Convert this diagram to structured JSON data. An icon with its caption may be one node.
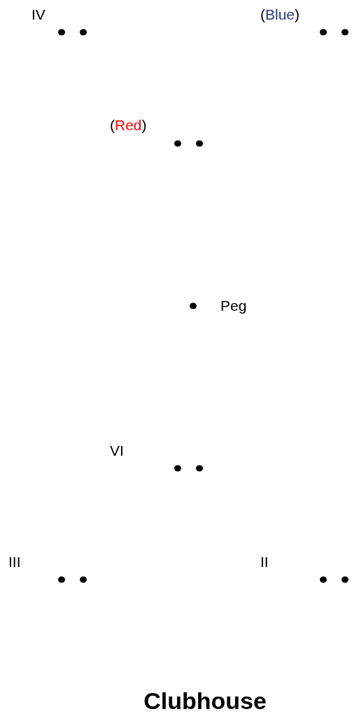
{
  "diagram": {
    "labels": [
      "IV",
      "(Blue)",
      "(Red)",
      "Peg",
      "VI",
      "III",
      "II",
      "Clubhouse"
    ]
  }
}
